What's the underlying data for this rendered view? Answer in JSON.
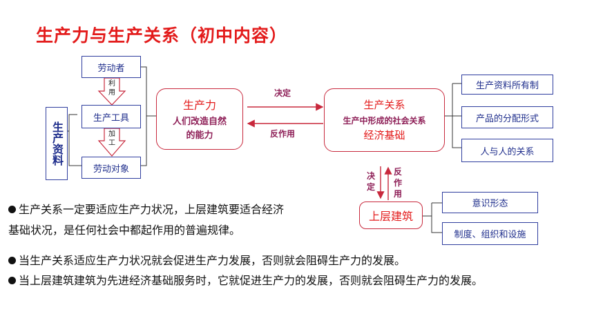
{
  "title": "生产力与生产关系（初中内容）",
  "means": {
    "side_label": "生产资料",
    "laborer": "劳动者",
    "tool": "生产工具",
    "object": "劳动对象",
    "use": "利用",
    "process": "加工"
  },
  "productivity": {
    "title": "生产力",
    "line1": "人们改造自然",
    "line2": "的能力"
  },
  "arrows": {
    "decide": "决定",
    "react": "反作用"
  },
  "relations": {
    "title": "生产关系",
    "line1": "生产中形成的社会关系",
    "line2": "经济基础",
    "items": [
      "生产资料所有制",
      "产品的分配形式",
      "人与人的关系"
    ]
  },
  "superstructure": {
    "title": "上层建筑",
    "items": [
      "意识形态",
      "制度、组织和设施"
    ]
  },
  "paragraphs": {
    "p1_line1": "生产关系一定要适应生产力状况，上层建筑要适合经济",
    "p1_line2": "基础状况，是任何社会中都起作用的普遍规律。",
    "p2": "当生产关系适应生产力状况就会促进生产力发展，否则就会阻碍生产力的发展。",
    "p3": "当上层建筑建筑为先进经济基础服务时，它就促进生产力的发展，否则就会阻碍生产力的发展。"
  }
}
